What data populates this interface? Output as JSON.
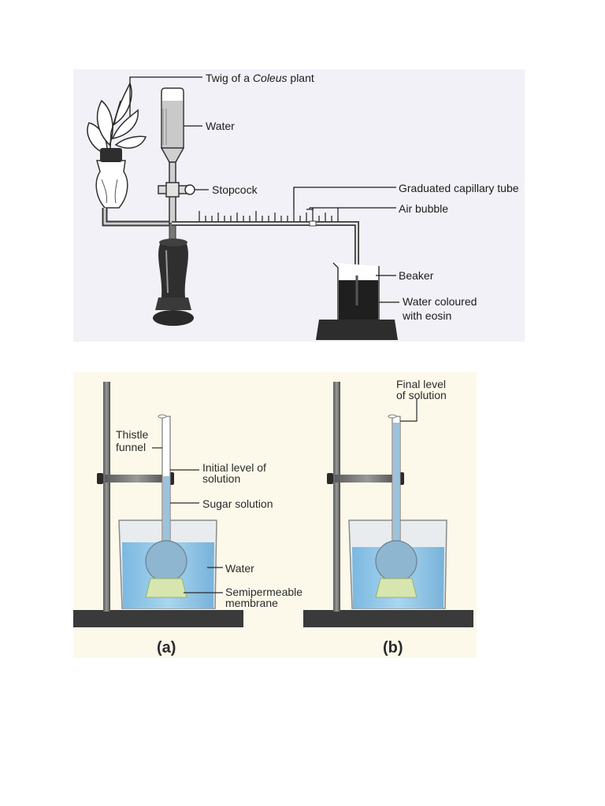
{
  "potometer": {
    "labels": {
      "twig_prefix": "Twig of a ",
      "twig_species": "Coleus",
      "twig_suffix": " plant",
      "water": "Water",
      "stopcock": "Stopcock",
      "capillary": "Graduated capillary tube",
      "air_bubble": "Air bubble",
      "beaker": "Beaker",
      "eosin_line1": "Water coloured",
      "eosin_line2": "with eosin"
    }
  },
  "osmosis": {
    "labels": {
      "thistle_line1": "Thistle",
      "thistle_line2": "funnel",
      "initial_line1": "Initial level of",
      "initial_line2": "solution",
      "sugar": "Sugar solution",
      "water": "Water",
      "membrane_line1": "Semipermeable",
      "membrane_line2": "membrane",
      "final_line1": "Final level",
      "final_line2": "of solution"
    },
    "captions": {
      "a": "(a)",
      "b": "(b)"
    },
    "colors": {
      "background": "#fcf9ea",
      "water": "#8fc6e8",
      "sugar_solution": "#9cc3dc",
      "membrane": "#d6e6ae",
      "stand": "#6d6d6d",
      "base": "#3a3a3a"
    }
  }
}
